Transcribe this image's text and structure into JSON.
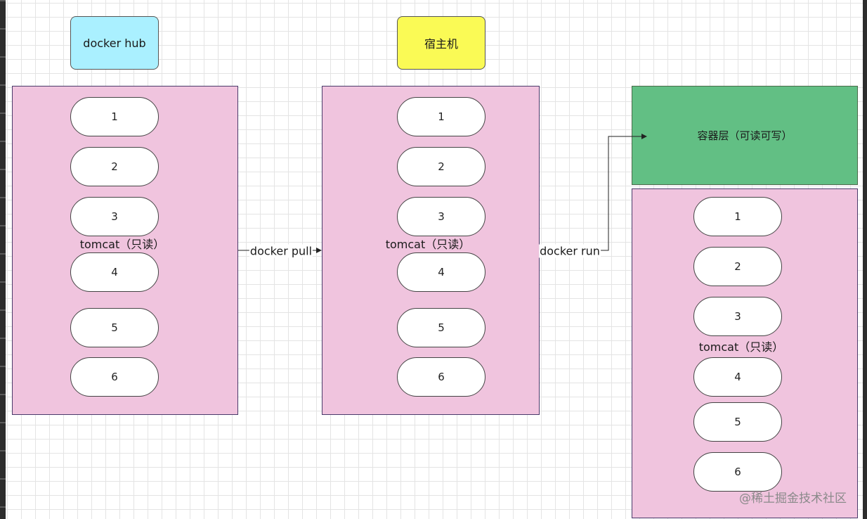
{
  "colors": {
    "hub_box": "#aaf0ff",
    "host_box": "#fafa55",
    "image_panel": "#f0c4de",
    "container_layer": "#62bf84"
  },
  "headers": {
    "hub": "docker hub",
    "host": "宿主机"
  },
  "panels": [
    {
      "label": "tomcat（只读）",
      "layers": [
        "1",
        "2",
        "3",
        "4",
        "5",
        "6"
      ]
    },
    {
      "label": "tomcat（只读）",
      "layers": [
        "1",
        "2",
        "3",
        "4",
        "5",
        "6"
      ]
    },
    {
      "label": "tomcat（只读）",
      "layers": [
        "1",
        "2",
        "3",
        "4",
        "5",
        "6"
      ]
    }
  ],
  "container_layer": {
    "label": "容器层（可读可写）"
  },
  "edges": {
    "pull": "docker pull",
    "run": "docker run"
  },
  "watermark": "@稀土掘金技术社区"
}
